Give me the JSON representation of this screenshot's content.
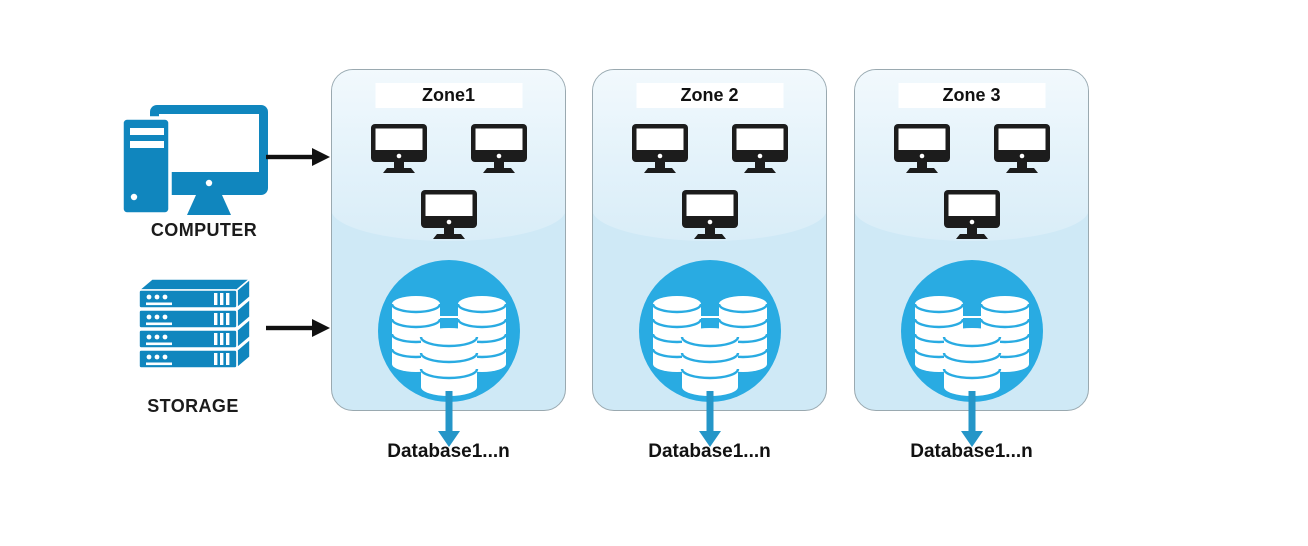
{
  "diagram_title": "zones-database-architecture",
  "left_panel": {
    "computer": {
      "label": "COMPUTER",
      "icon": "desktop-computer-icon"
    },
    "storage": {
      "label": "STORAGE",
      "icon": "server-stack-icon"
    }
  },
  "zones": [
    {
      "label": "Zone1",
      "database_label": "Database1...n",
      "monitor_count": 3
    },
    {
      "label": "Zone 2",
      "database_label": "Database1...n",
      "monitor_count": 3
    },
    {
      "label": "Zone 3",
      "database_label": "Database1...n",
      "monitor_count": 3
    }
  ],
  "colors": {
    "icon_teal": "#1086be",
    "cluster_circle_blue": "#29abe2",
    "down_arrow_blue": "#2596c8",
    "zone_background": "#cfe9f6",
    "zone_top_highlight": "#f2f9fd",
    "zone_border": "#9aa9b0",
    "arrow_black": "#111111",
    "canvas_background": "#ffffff"
  }
}
